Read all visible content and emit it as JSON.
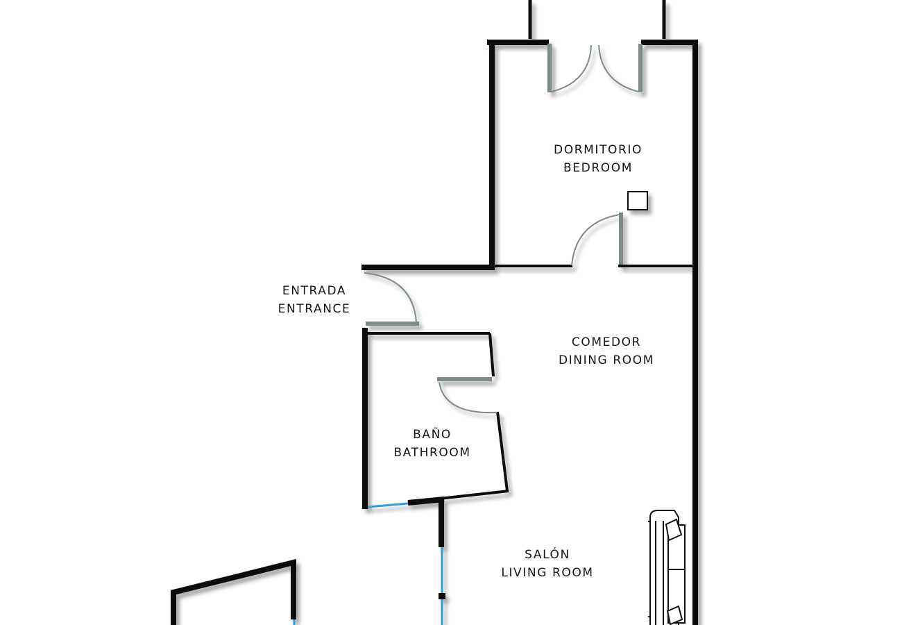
{
  "plan": {
    "colors": {
      "wall": "#0a0a0a",
      "door": "#7b8a8a",
      "window": "#2a9ee0",
      "background": "#ffffff"
    }
  },
  "rooms": [
    {
      "id": "bedroom",
      "label_es": "DORMITORIO",
      "label_en": "BEDROOM"
    },
    {
      "id": "entrance",
      "label_es": "ENTRADA",
      "label_en": "ENTRANCE"
    },
    {
      "id": "dining",
      "label_es": "COMEDOR",
      "label_en": "DINING ROOM"
    },
    {
      "id": "bathroom",
      "label_es": "BAÑO",
      "label_en": "BATHROOM"
    },
    {
      "id": "living",
      "label_es": "SALÓN",
      "label_en": "LIVING ROOM"
    }
  ],
  "icons": [
    "double-door-icon",
    "door-swing-icon",
    "sofa-icon",
    "column-icon",
    "window-icon"
  ]
}
